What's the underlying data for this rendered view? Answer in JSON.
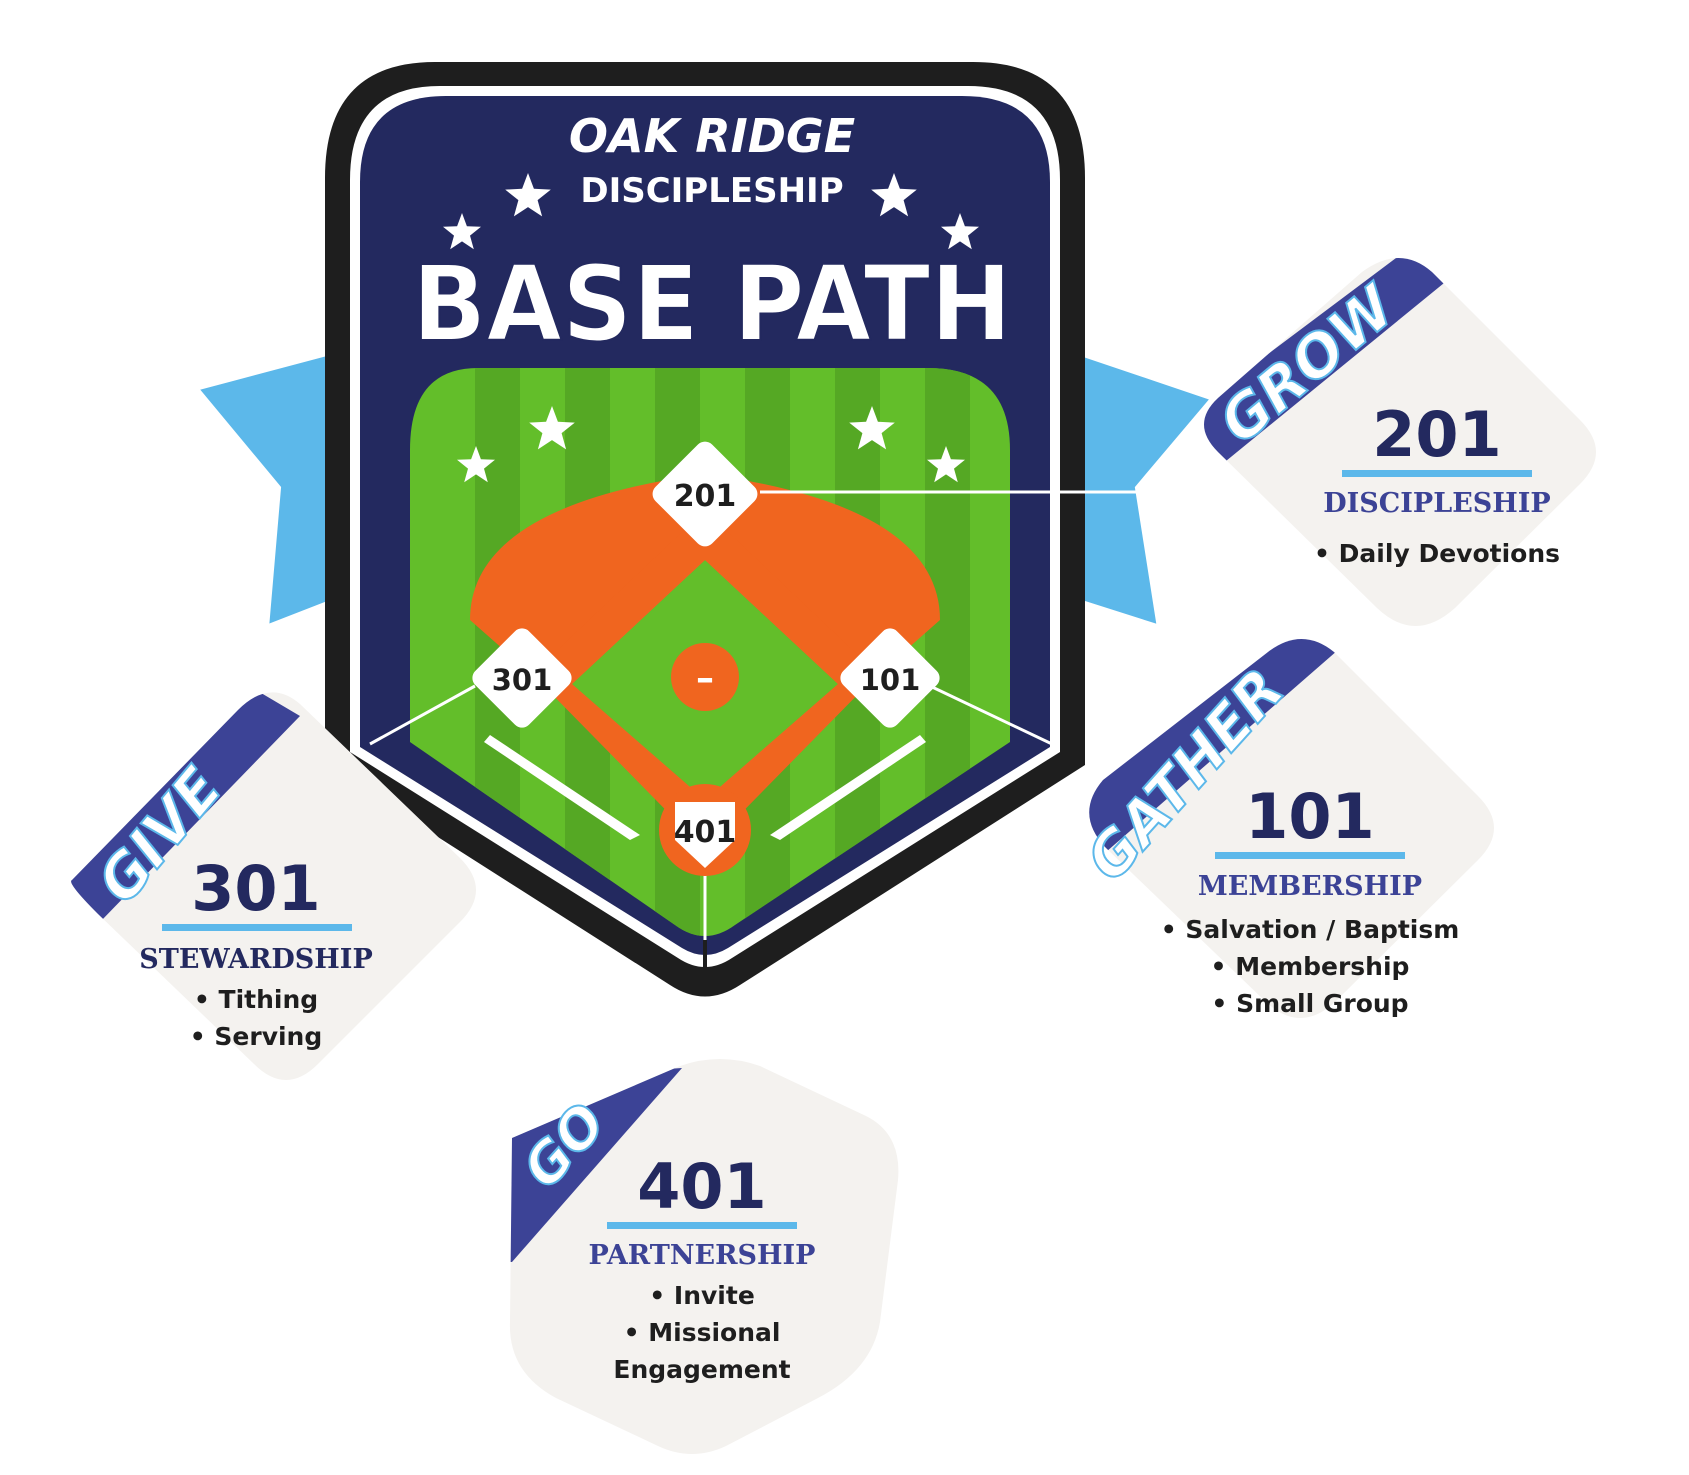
{
  "badge": {
    "line1": "OAK RIDGE",
    "line2": "DISCIPLESHIP",
    "title": "BASE PATH"
  },
  "bases": {
    "second": "201",
    "third": "301",
    "first": "101",
    "home": "401",
    "mound": "–"
  },
  "cards": {
    "grow": {
      "title": "GROW",
      "number": "201",
      "subtitle": "DISCIPLESHIP",
      "items": [
        "• Daily Devotions"
      ]
    },
    "gather": {
      "title": "GATHER",
      "number": "101",
      "subtitle": "MEMBERSHIP",
      "items": [
        "• Salvation / Baptism",
        "• Membership",
        "• Small Group"
      ]
    },
    "give": {
      "title": "GIVE",
      "number": "301",
      "subtitle": "STEWARDSHIP",
      "items": [
        "• Tithing",
        "• Serving"
      ]
    },
    "go": {
      "title": "GO",
      "number": "401",
      "subtitle": "PARTNERSHIP",
      "items": [
        "• Invite",
        "• Missional",
        "Engagement"
      ]
    }
  },
  "colors": {
    "navy": "#23295f",
    "black": "#1e1e1e",
    "lightblue": "#5cb8ea",
    "grass": "#63be2a",
    "grassDark": "#55a824",
    "dirt": "#f0651f",
    "cardBg": "#f4f2ef",
    "cardTab": "#3c4396",
    "white": "#ffffff"
  }
}
